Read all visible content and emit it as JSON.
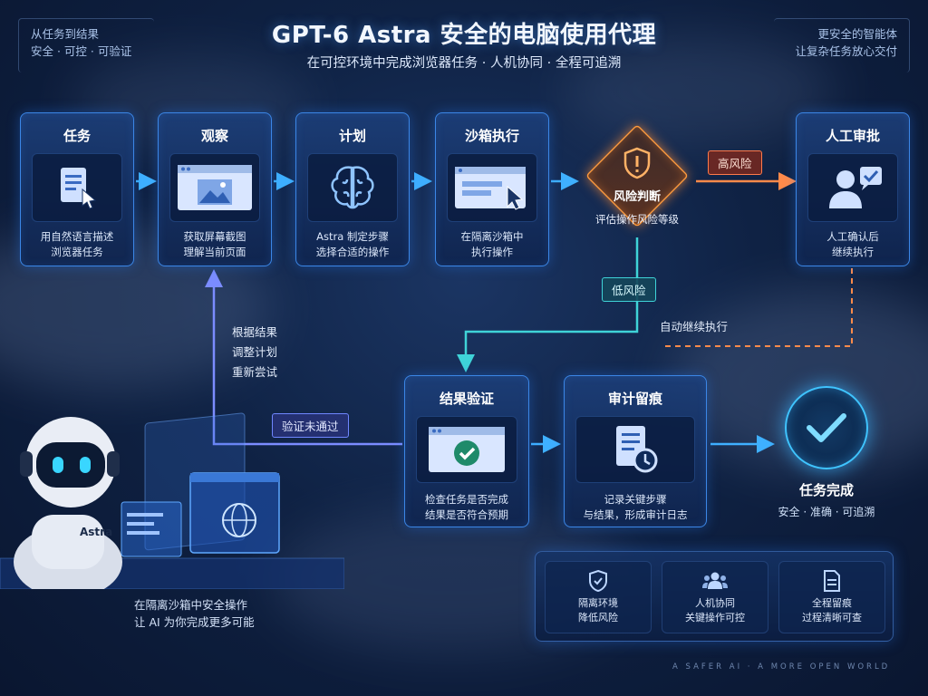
{
  "title": "GPT-6 Astra  安全的电脑使用代理",
  "subtitle": "在可控环境中完成浏览器任务  ·  人机协同  ·  全程可追溯",
  "corner_left": [
    "从任务到结果",
    "安全 · 可控 · 可验证"
  ],
  "corner_right": [
    "更安全的智能体",
    "让复杂任务放心交付"
  ],
  "steps": [
    {
      "title": "任务",
      "desc": "用自然语言描述\n浏览器任务",
      "icon": "document-cursor-icon"
    },
    {
      "title": "观察",
      "desc": "获取屏幕截图\n理解当前页面",
      "icon": "browser-image-icon"
    },
    {
      "title": "计划",
      "desc": "Astra 制定步骤\n选择合适的操作",
      "icon": "brain-icon"
    },
    {
      "title": "沙箱执行",
      "desc": "在隔离沙箱中\n执行操作",
      "icon": "window-cursor-icon"
    },
    {
      "title": "人工审批",
      "desc": "人工确认后\n继续执行",
      "icon": "person-check-icon"
    },
    {
      "title": "结果验证",
      "desc": "检查任务是否完成\n结果是否符合预期",
      "icon": "window-check-icon"
    },
    {
      "title": "审计留痕",
      "desc": "记录关键步骤\n与结果，形成审计日志",
      "icon": "log-clock-icon"
    }
  ],
  "risk": {
    "title": "风险判断",
    "desc": "评估操作风险等级",
    "icon": "warning-shield-icon"
  },
  "labels": {
    "high_risk": "高风险",
    "low_risk": "低风险",
    "auto_continue": "自动继续执行",
    "verify_failed": "验证未通过",
    "retry": [
      "根据结果",
      "调整计划",
      "重新尝试"
    ]
  },
  "done": {
    "title": "任务完成",
    "desc": "安全 · 准确 · 可追溯",
    "icon": "check-circle-icon"
  },
  "features": [
    {
      "text": "隔离环境\n降低风险",
      "icon": "shield-check-icon"
    },
    {
      "text": "人机协同\n关键操作可控",
      "icon": "people-icon"
    },
    {
      "text": "全程留痕\n过程清晰可查",
      "icon": "document-icon"
    }
  ],
  "robot": {
    "caption": "在隔离沙箱中安全操作\n让 AI 为你完成更多可能",
    "badge": "Astra"
  },
  "tagline": "A SAFER AI · A MORE OPEN WORLD",
  "colors": {
    "accent": "#3b86e6",
    "risk": "#ff9a3c",
    "low": "#3fd3d8",
    "fail": "#6f86ff",
    "done": "#3fc4ff"
  }
}
